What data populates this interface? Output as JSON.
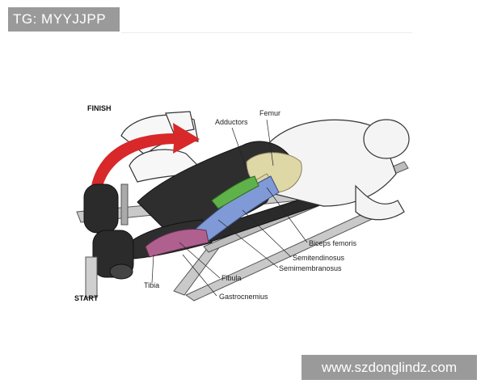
{
  "watermark_top": "TG: MYYJJPP",
  "watermark_bottom": "www.szdonglindz.com",
  "diagram": {
    "finish_label": "FINISH",
    "start_label": "START",
    "labels": {
      "adductors": "Adductors",
      "femur": "Femur",
      "biceps_femoris": "Biceps femoris",
      "semitendinosus": "Semitendinosus",
      "semimembranosus": "Semimembranosus",
      "fibula": "Fibula",
      "tibia": "Tibia",
      "gastrocnemius": "Gastrocnemius"
    },
    "colors": {
      "arrow": "#d8282a",
      "hamstring_blue": "#7f9ad6",
      "adductor_green": "#5fb24a",
      "calf_magenta": "#b0608f",
      "bone": "#ded7a6",
      "muscle_dark": "#2e2e2e",
      "skin": "#f4f4f4"
    }
  }
}
